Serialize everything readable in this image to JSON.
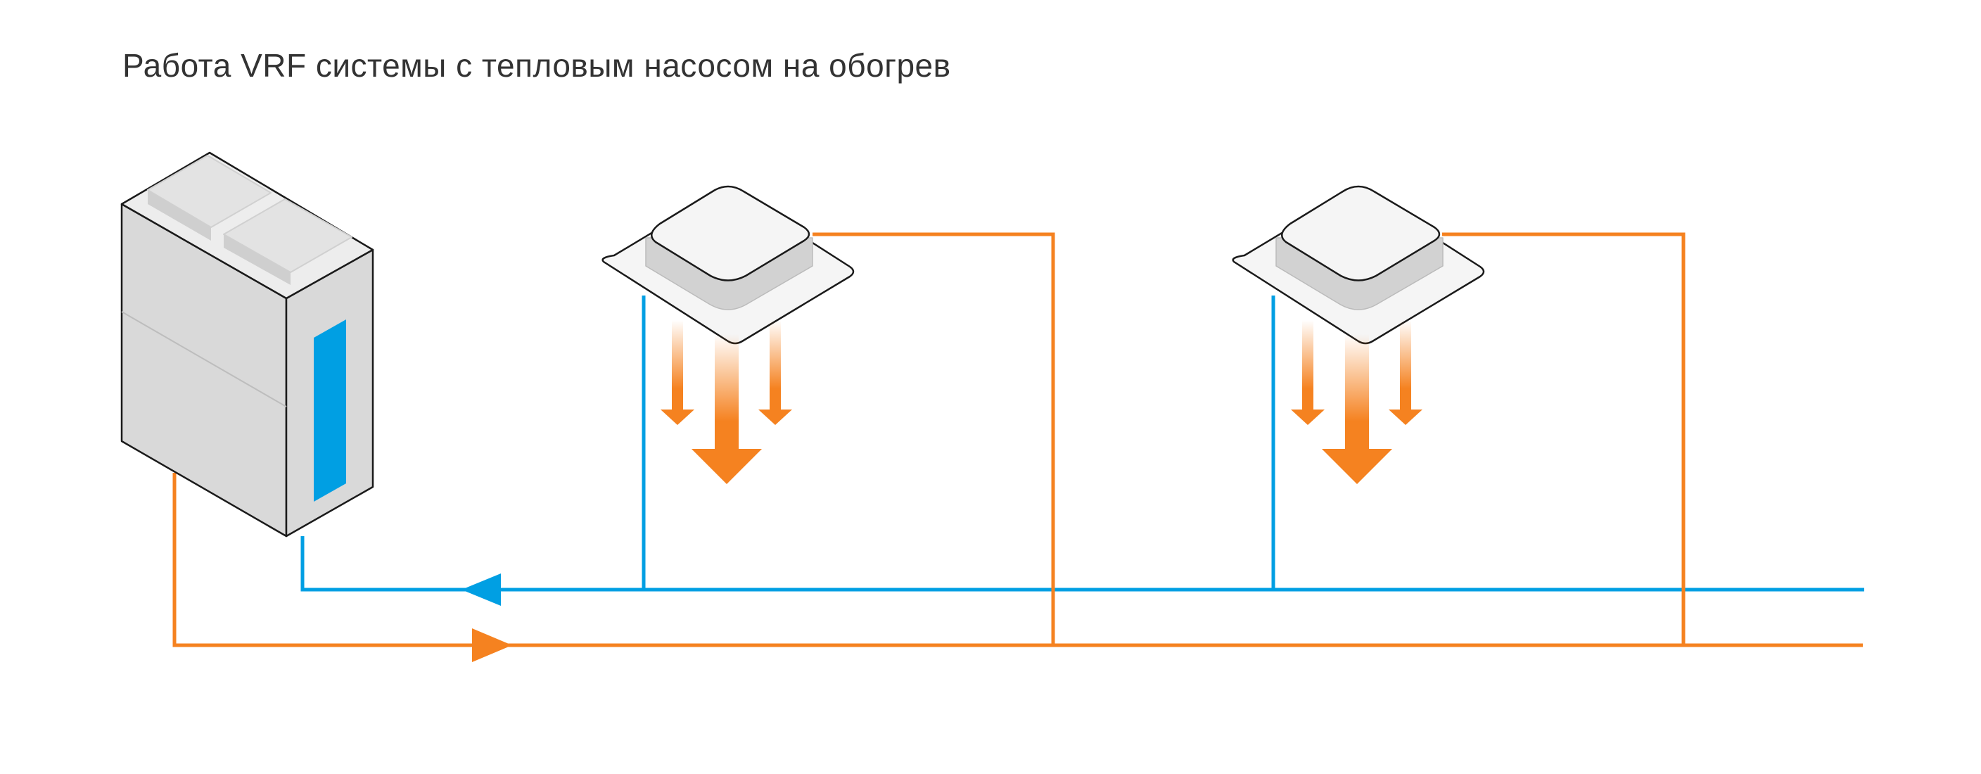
{
  "title": "Работа VRF системы с тепловым насосом на обогрев",
  "colors": {
    "hot_line": "#F58220",
    "cold_line": "#009FE3",
    "unit_body": "#D9D9D9",
    "unit_top": "#EDEDED",
    "unit_outline": "#1A1A1A",
    "panel": "#F5F5F5",
    "outdoor_panel": "#009FE3"
  },
  "components": {
    "outdoor_unit_icon": "vrf-outdoor-unit",
    "indoor_unit_icons": [
      "cassette-indoor-unit-1",
      "cassette-indoor-unit-2"
    ],
    "warm_airflow": "downward-warm-air-arrows",
    "flow_direction": {
      "cold_line": "to-outdoor-unit",
      "hot_line": "to-indoor-units"
    }
  }
}
